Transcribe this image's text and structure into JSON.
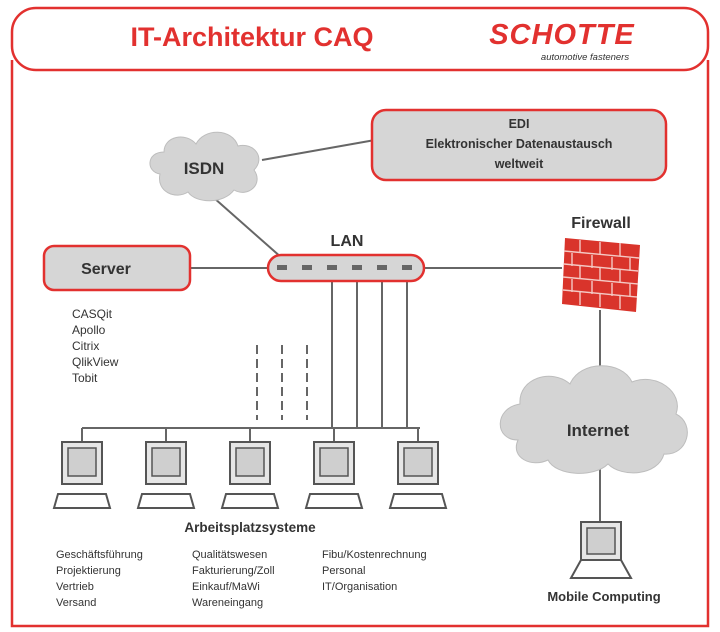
{
  "header": {
    "title": "IT-Architektur  CAQ",
    "brand": "SCHOTTE",
    "tagline": "automotive fasteners"
  },
  "nodes": {
    "isdn": "ISDN",
    "edi": [
      "EDI",
      "Elektronischer Datenaustausch",
      "weltweit"
    ],
    "lan": "LAN",
    "server": "Server",
    "firewall": "Firewall",
    "internet": "Internet",
    "mobile": "Mobile Computing",
    "workstations": "Arbeitsplatzsysteme"
  },
  "server_apps": [
    "CASQit",
    "Apollo",
    "Citrix",
    "QlikView",
    "Tobit"
  ],
  "workstation_functions": {
    "col1": [
      "Geschäftsführung",
      "Projektierung",
      "Vertrieb",
      "Versand"
    ],
    "col2": [
      "Qualitätswesen",
      "Fakturierung/Zoll",
      "Einkauf/MaWi",
      "Wareneingang"
    ],
    "col3": [
      "Fibu/Kostenrechnung",
      "Personal",
      "IT/Organisation"
    ]
  },
  "colors": {
    "accent": "#e2312f",
    "box_fill": "#d6d6d6",
    "cloud_fill": "#d4d4d4",
    "text": "#333333",
    "brick": "#d9342b"
  },
  "icons": {
    "cloud": "cloud-icon",
    "firewall": "brick-wall-icon",
    "monitor": "computer-monitor-icon",
    "laptop": "laptop-icon"
  }
}
